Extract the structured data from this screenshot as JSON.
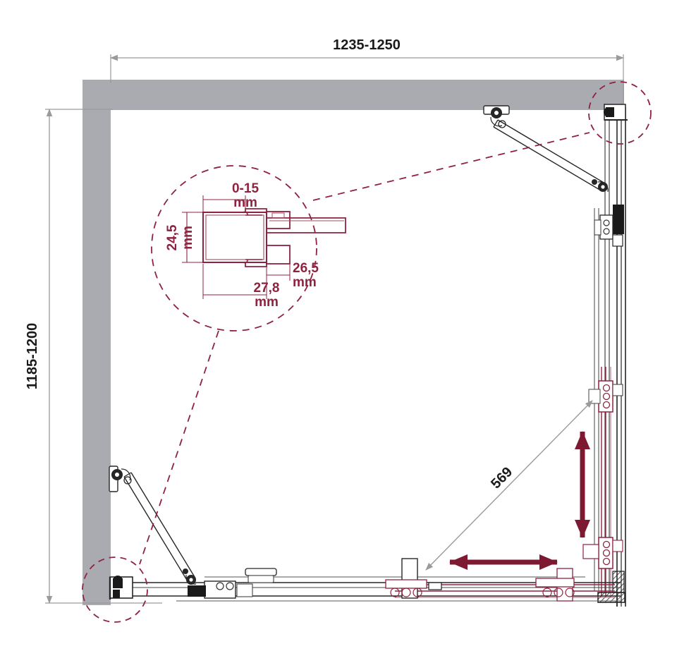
{
  "drawing": {
    "title": "Corner shower enclosure — plan view technical drawing",
    "units": "mm",
    "colors": {
      "wall_fill": "#a9abb0",
      "outline": "#262626",
      "thin_line": "#555555",
      "dimension_line": "#9a9a9a",
      "detail_accent": "#8e2340",
      "motion_arrow": "#7d1a31",
      "background": "#ffffff"
    }
  },
  "dimensions": {
    "width_label": "1235-1250",
    "height_label": "1185-1200",
    "door_opening_label": "569"
  },
  "detail_callout": {
    "profile_gap": "0-15",
    "profile_gap_unit": "mm",
    "profile_height": "24,5",
    "profile_height_unit": "mm",
    "profile_depth": "26,5",
    "profile_depth_unit": "mm",
    "profile_width": "27,8",
    "profile_width_unit": "mm"
  }
}
